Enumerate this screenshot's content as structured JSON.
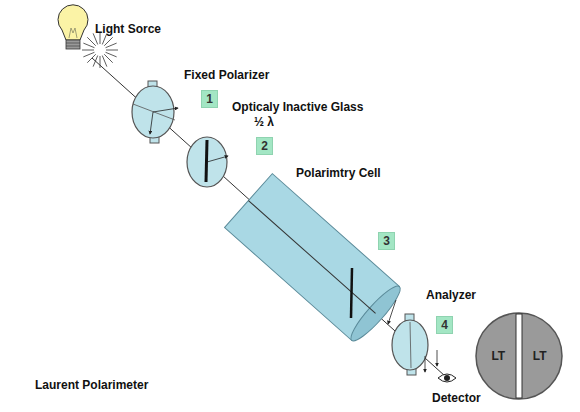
{
  "diagram": {
    "caption": "Laurent Polarimeter",
    "nodes": [
      {
        "text": [
          "1"
        ]
      },
      {
        "text": [
          "2"
        ]
      },
      {
        "text": [
          "3"
        ]
      },
      {
        "text": [
          "4"
        ]
      },
      {
        "text": [
          "LT",
          "LT"
        ]
      }
    ],
    "labels": [
      "Light Sorce",
      "Fixed Polarizer",
      "Opticaly Inactive Glass",
      "½ λ",
      "Polarimtry Cell",
      "Analyzer",
      "Detector"
    ]
  }
}
